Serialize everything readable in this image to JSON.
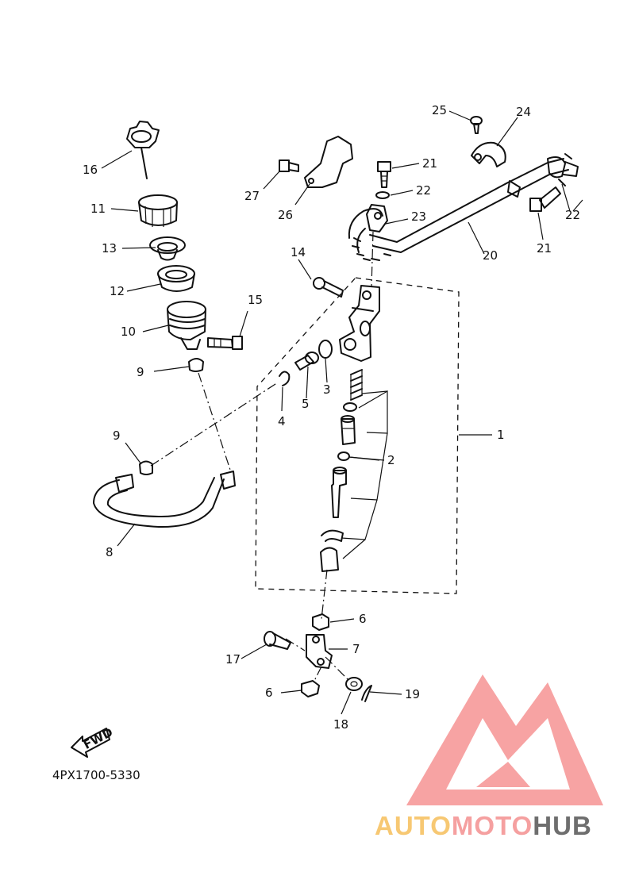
{
  "diagram": {
    "catalog_code": "4PX1700-5330",
    "fwd_label": "FWD",
    "callouts": [
      {
        "id": "c1",
        "text": "1"
      },
      {
        "id": "c2",
        "text": "2"
      },
      {
        "id": "c3",
        "text": "3"
      },
      {
        "id": "c4",
        "text": "4"
      },
      {
        "id": "c5",
        "text": "5"
      },
      {
        "id": "c6a",
        "text": "6"
      },
      {
        "id": "c6b",
        "text": "6"
      },
      {
        "id": "c7",
        "text": "7"
      },
      {
        "id": "c8",
        "text": "8"
      },
      {
        "id": "c9a",
        "text": "9"
      },
      {
        "id": "c9b",
        "text": "9"
      },
      {
        "id": "c10",
        "text": "10"
      },
      {
        "id": "c11",
        "text": "11"
      },
      {
        "id": "c12",
        "text": "12"
      },
      {
        "id": "c13",
        "text": "13"
      },
      {
        "id": "c14",
        "text": "14"
      },
      {
        "id": "c15",
        "text": "15"
      },
      {
        "id": "c16",
        "text": "16"
      },
      {
        "id": "c17",
        "text": "17"
      },
      {
        "id": "c18",
        "text": "18"
      },
      {
        "id": "c19",
        "text": "19"
      },
      {
        "id": "c20",
        "text": "20"
      },
      {
        "id": "c21a",
        "text": "21"
      },
      {
        "id": "c21b",
        "text": "21"
      },
      {
        "id": "c22a",
        "text": "22"
      },
      {
        "id": "c22b",
        "text": "22"
      },
      {
        "id": "c23",
        "text": "23"
      },
      {
        "id": "c24",
        "text": "24"
      },
      {
        "id": "c25",
        "text": "25"
      },
      {
        "id": "c26",
        "text": "26"
      },
      {
        "id": "c27",
        "text": "27"
      }
    ]
  },
  "watermark": {
    "part1": "AUTO",
    "part2": "MOTO",
    "part3": "HUB",
    "colors": {
      "auto": "#f7c873",
      "moto": "#f5a0a0",
      "hub": "#6e6e6e",
      "triangle": "#f59a9a"
    }
  }
}
